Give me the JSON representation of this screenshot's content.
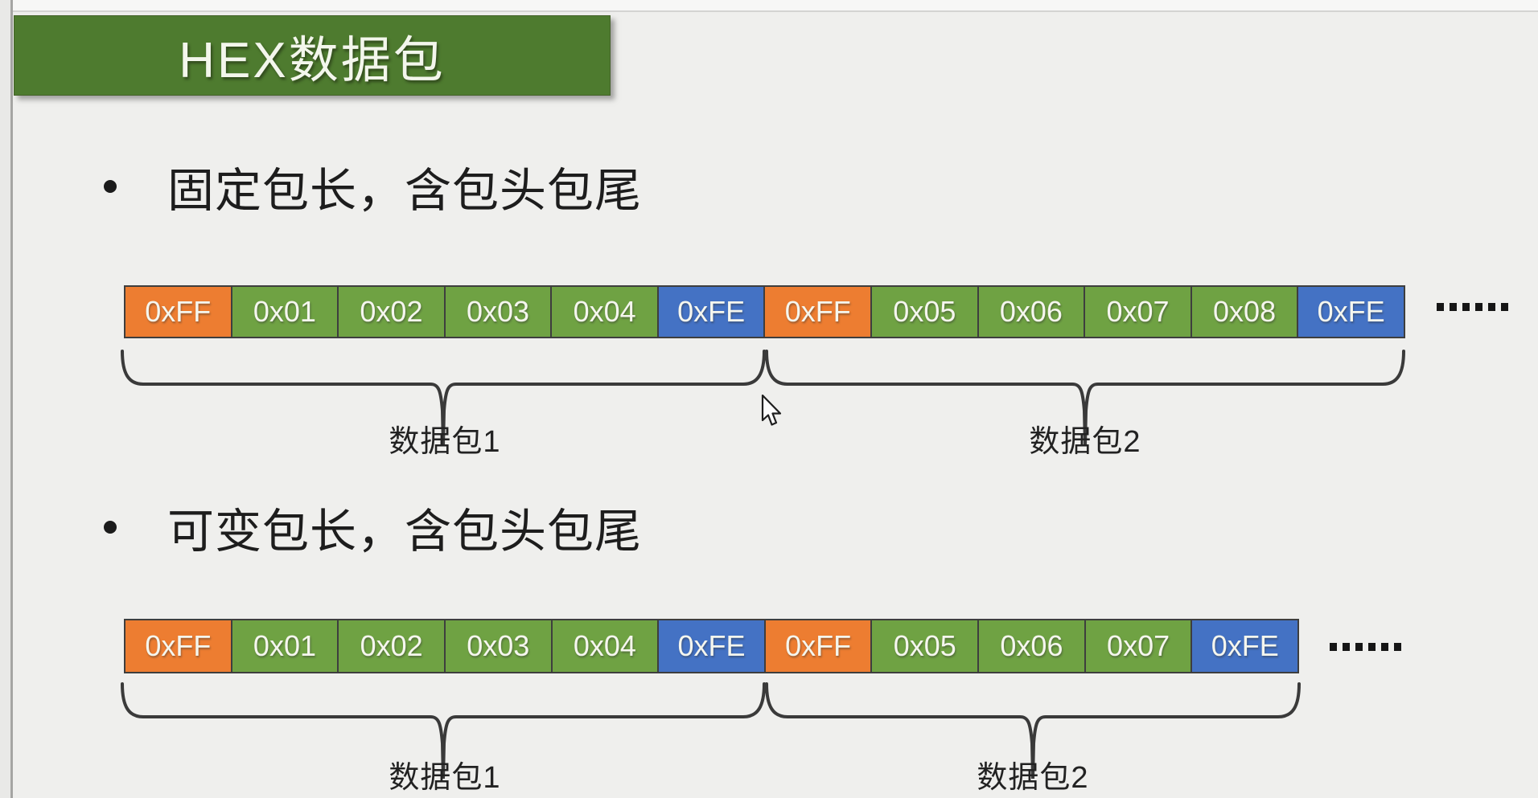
{
  "title": "HEX数据包",
  "colors": {
    "background": "#EFEFED",
    "title_bg": "#4E7B2F",
    "orange_header": "#ED7D31",
    "green_data": "#6FA243",
    "blue_tail": "#4472C4"
  },
  "bullets": [
    {
      "text": "固定包长，含包头包尾"
    },
    {
      "text": "可变包长，含包头包尾"
    }
  ],
  "packet_rows": [
    {
      "name": "fixed-length",
      "cells": [
        {
          "label": "0xFF",
          "type": "header"
        },
        {
          "label": "0x01",
          "type": "data"
        },
        {
          "label": "0x02",
          "type": "data"
        },
        {
          "label": "0x03",
          "type": "data"
        },
        {
          "label": "0x04",
          "type": "data"
        },
        {
          "label": "0xFE",
          "type": "tail"
        },
        {
          "label": "0xFF",
          "type": "header"
        },
        {
          "label": "0x05",
          "type": "data"
        },
        {
          "label": "0x06",
          "type": "data"
        },
        {
          "label": "0x07",
          "type": "data"
        },
        {
          "label": "0x08",
          "type": "data"
        },
        {
          "label": "0xFE",
          "type": "tail"
        }
      ],
      "ellipsis": "……",
      "braces": [
        {
          "label": "数据包1"
        },
        {
          "label": "数据包2"
        }
      ]
    },
    {
      "name": "variable-length",
      "cells": [
        {
          "label": "0xFF",
          "type": "header"
        },
        {
          "label": "0x01",
          "type": "data"
        },
        {
          "label": "0x02",
          "type": "data"
        },
        {
          "label": "0x03",
          "type": "data"
        },
        {
          "label": "0x04",
          "type": "data"
        },
        {
          "label": "0xFE",
          "type": "tail"
        },
        {
          "label": "0xFF",
          "type": "header"
        },
        {
          "label": "0x05",
          "type": "data"
        },
        {
          "label": "0x06",
          "type": "data"
        },
        {
          "label": "0x07",
          "type": "data"
        },
        {
          "label": "0xFE",
          "type": "tail"
        }
      ],
      "ellipsis": "……",
      "braces": [
        {
          "label": "数据包1"
        },
        {
          "label": "数据包2"
        }
      ]
    }
  ]
}
